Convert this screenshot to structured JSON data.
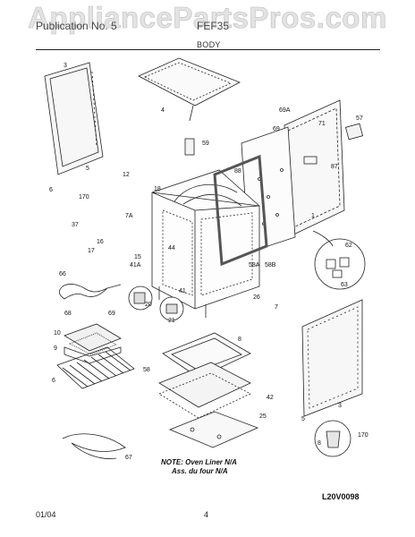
{
  "header": {
    "watermark": "AppliancePartsPros.com",
    "left_text": "Publication No. 5",
    "right_text": "FEF35",
    "section": "BODY"
  },
  "note": {
    "line1": "NOTE: Oven Liner N/A",
    "line2": "Ass. du four N/A"
  },
  "diagram_code": "L20V0098",
  "footer": {
    "date": "01/04",
    "page": "4"
  },
  "callouts": [
    "3",
    "4",
    "59",
    "69A",
    "69",
    "71",
    "57",
    "87",
    "88",
    "1",
    "5",
    "6",
    "170",
    "12",
    "18",
    "7A",
    "37",
    "16",
    "17",
    "15",
    "41A",
    "44",
    "66",
    "68",
    "69",
    "20",
    "41",
    "21",
    "26",
    "7",
    "62",
    "63",
    "58A",
    "58B",
    "10",
    "9",
    "6",
    "8",
    "58",
    "42",
    "25",
    "67",
    "3",
    "5",
    "8",
    "170"
  ]
}
